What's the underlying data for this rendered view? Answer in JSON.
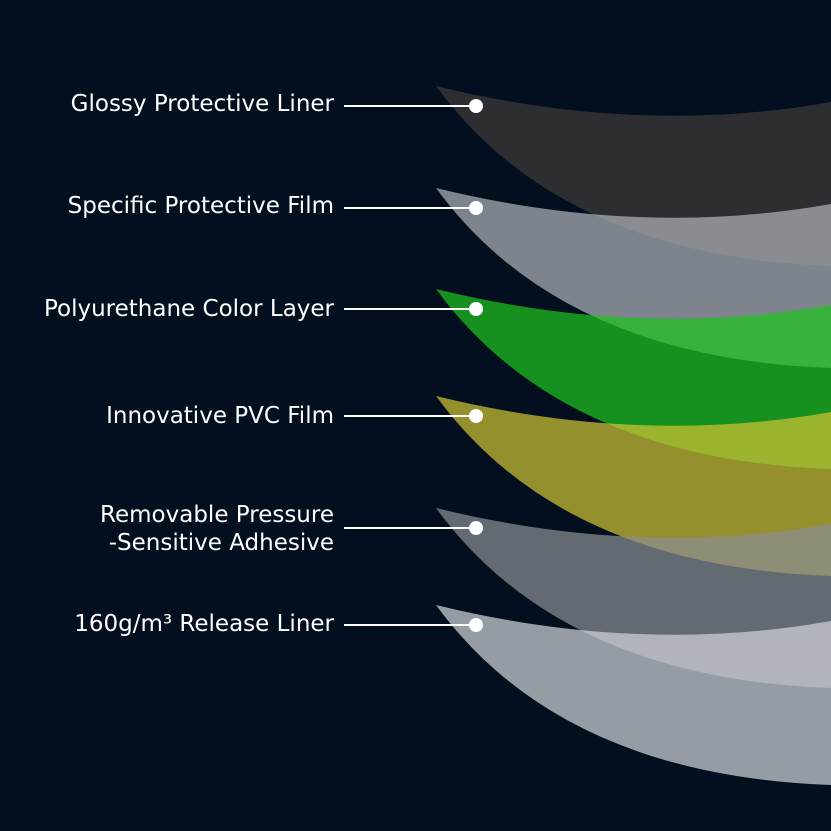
{
  "diagram": {
    "background": "#030f1e",
    "layers": [
      {
        "id": "glossy",
        "lines": [
          "Glossy Protective Liner"
        ],
        "color": "#2c2e31"
      },
      {
        "id": "specific",
        "lines": [
          "Specific Protective Film"
        ],
        "color": "#aeb2b8"
      },
      {
        "id": "polyurethane",
        "lines": [
          "Polyurethane Color Layer"
        ],
        "color": "#1fc21f"
      },
      {
        "id": "pvc",
        "lines": [
          "Innovative PVC Film"
        ],
        "color": "#cec234"
      },
      {
        "id": "adhesive",
        "lines": [
          "Removable Pressure",
          "-Sensitive Adhesive"
        ],
        "color": "#8a8d92"
      },
      {
        "id": "release",
        "lines": [
          "160g/m³ Release Liner"
        ],
        "color": "#cfd2d8"
      }
    ]
  }
}
